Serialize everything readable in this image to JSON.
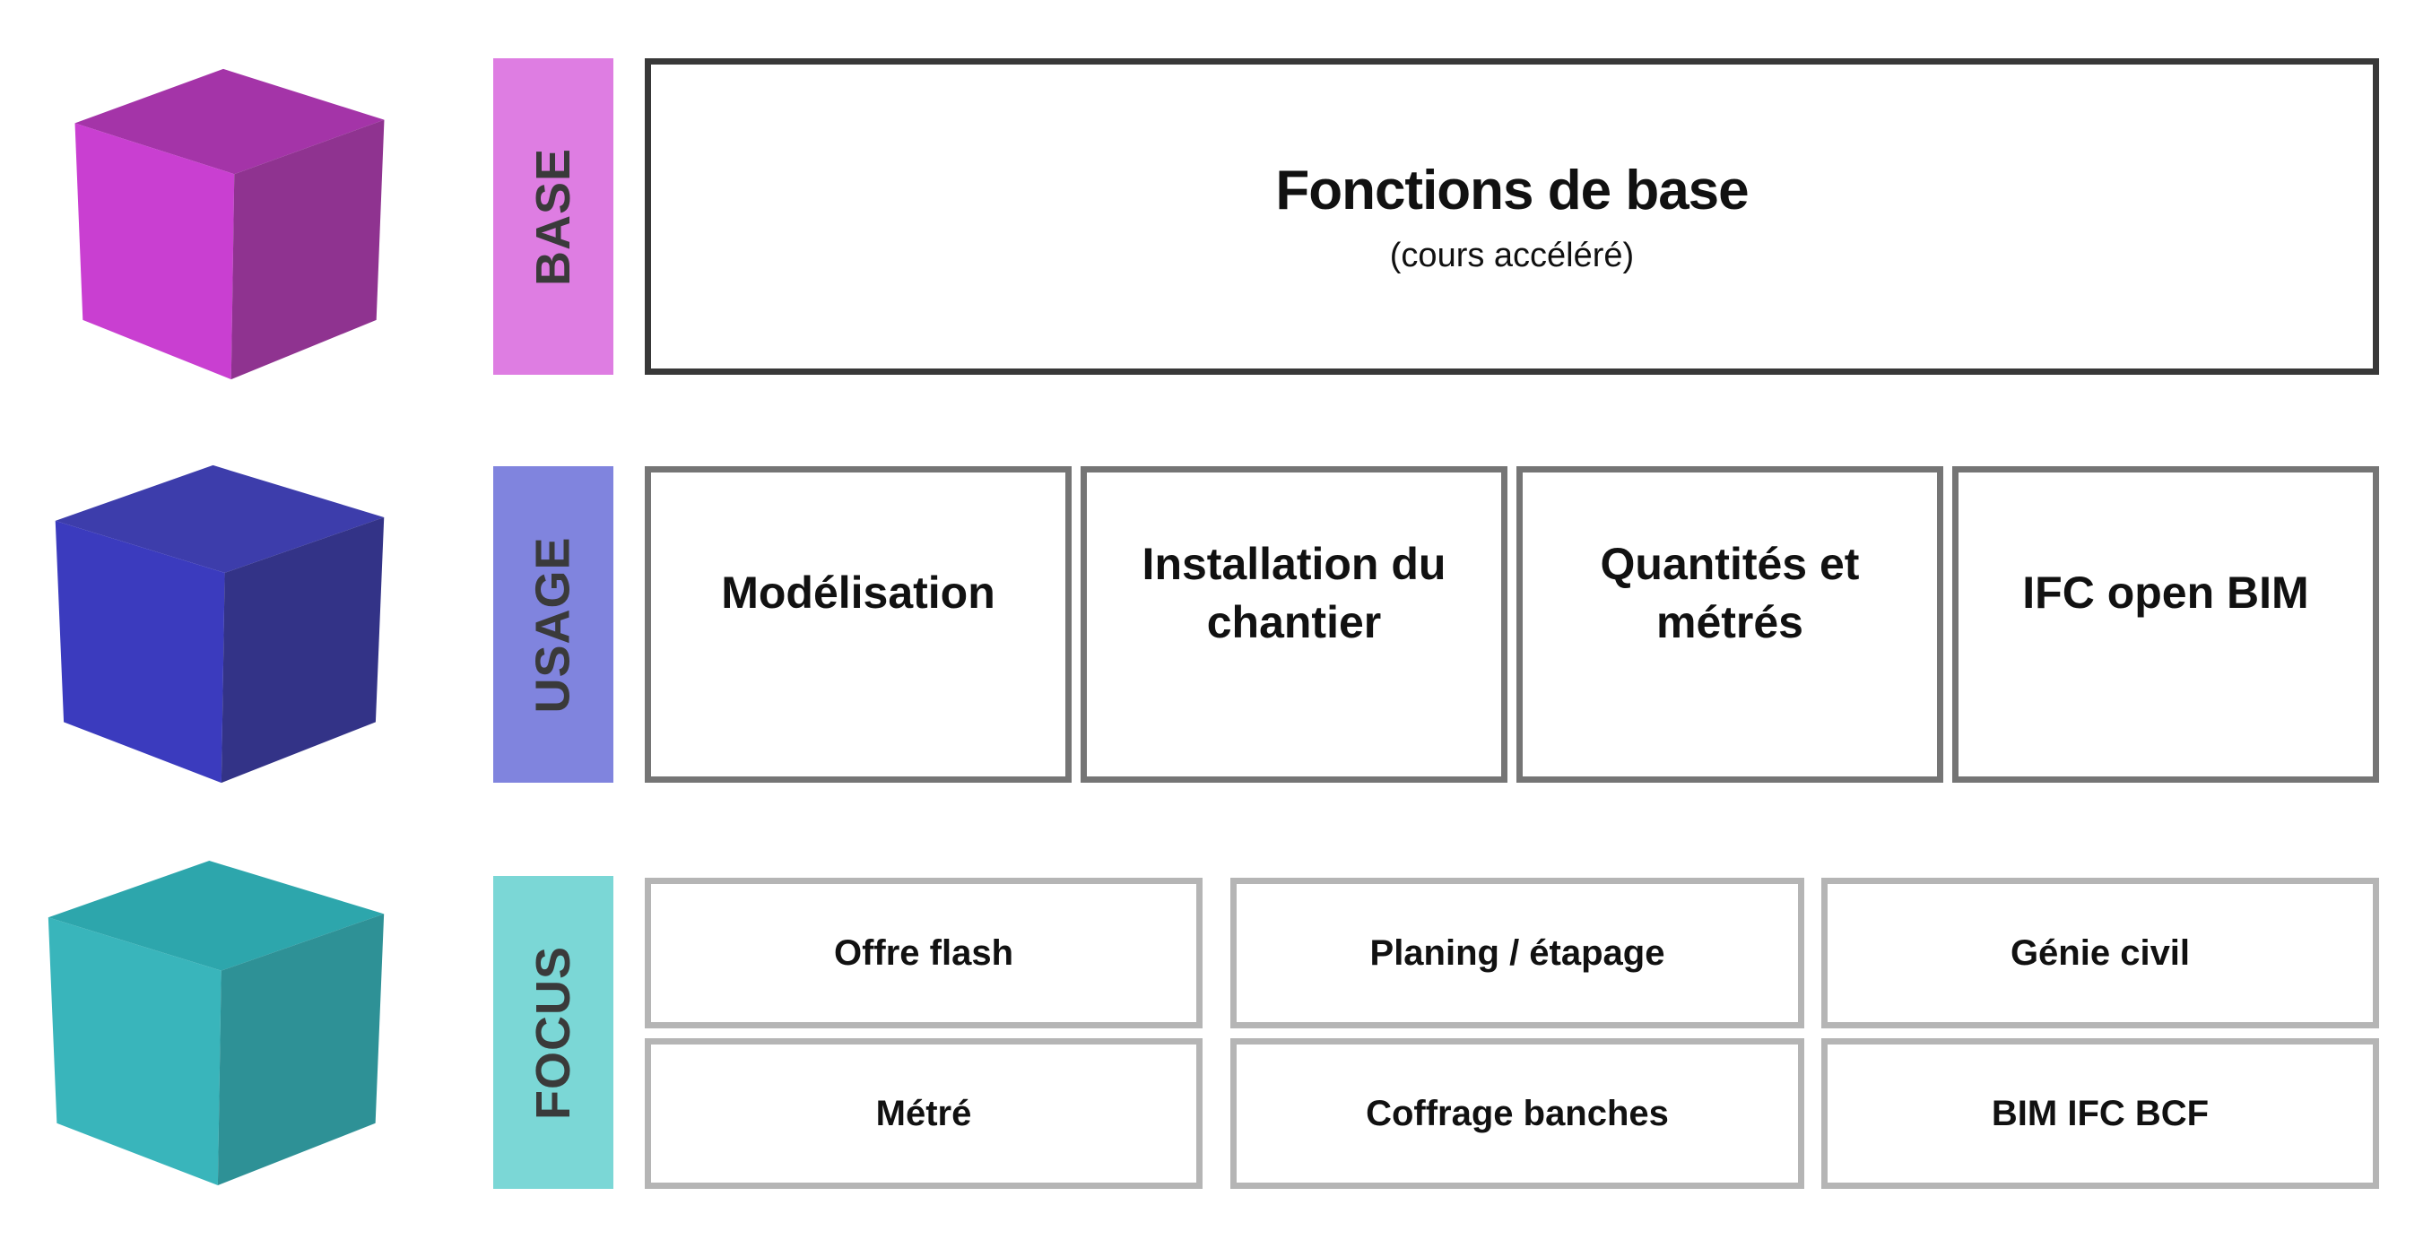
{
  "rows": {
    "base": {
      "label": "BASE",
      "bar_color": "#de7de2",
      "cube": {
        "front": "#c93fd1",
        "top": "#a434a8",
        "side": "#8f3390"
      },
      "title": "Fonctions de base",
      "subtitle": "(cours accéléré)"
    },
    "usage": {
      "label": "USAGE",
      "bar_color": "#8084de",
      "cube": {
        "front": "#3b3bbe",
        "top": "#3d3dab",
        "side": "#333387"
      },
      "boxes": [
        "Modélisation",
        "Installation du chantier",
        "Quantités et métrés",
        "IFC open BIM"
      ]
    },
    "focus": {
      "label": "FOCUS",
      "bar_color": "#7bd7d6",
      "cube": {
        "front": "#39b5bb",
        "top": "#2da6ac",
        "side": "#2e9196"
      },
      "boxes_row1": [
        "Offre flash",
        "Planing / étapage",
        "Génie civil"
      ],
      "boxes_row2": [
        "Métré",
        "Coffrage banches",
        "BIM IFC BCF"
      ]
    }
  },
  "border_colors": {
    "base_box": "#383838",
    "usage_box": "#757575",
    "focus_box": "#b5b5b5"
  },
  "text_color": "#111111",
  "bar_text_color": "#3a3a3a"
}
